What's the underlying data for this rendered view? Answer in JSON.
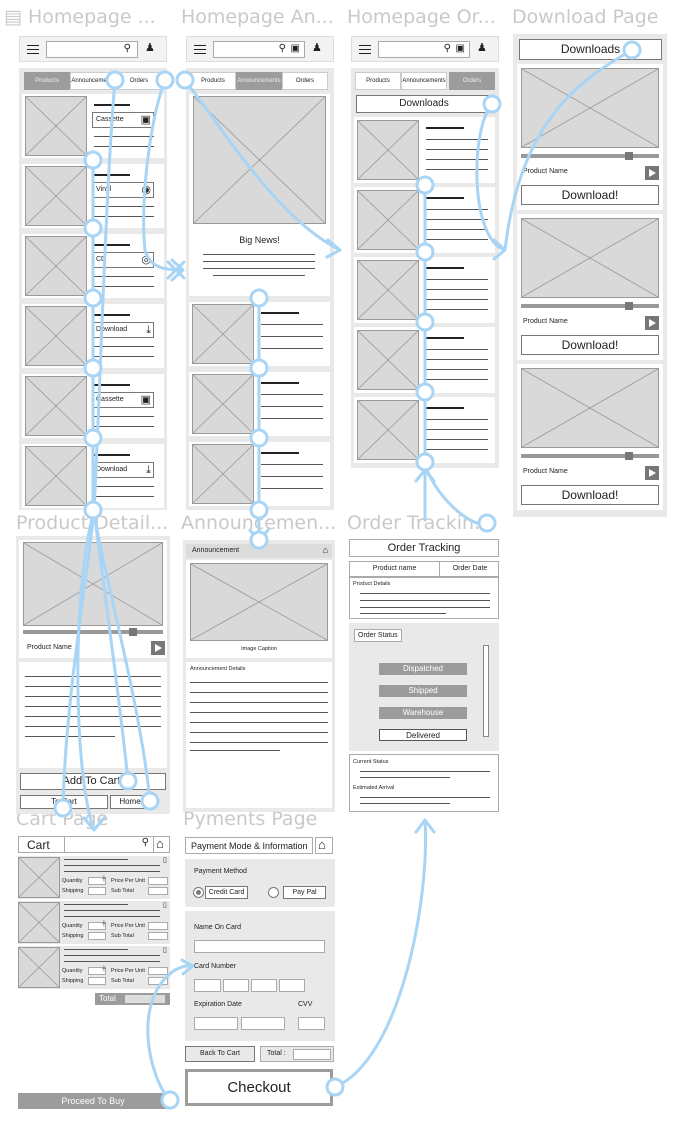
{
  "frames": {
    "home_products": "Homepage ...",
    "home_announcements": "Homepage An...",
    "home_orders": "Homepage Or...",
    "download": "Download Page",
    "product_detail": "Product Detail...",
    "announcement": "Announcemen...",
    "order_tracking": "Order Trackin...",
    "cart": "Cart Page",
    "payments": "Pyments Page"
  },
  "tabs": {
    "products": "Products",
    "announcements": "Announcements",
    "orders": "Orders"
  },
  "home_products": {
    "items": [
      {
        "label": "Cassette",
        "icon": "cassette-icon"
      },
      {
        "label": "Vinyl",
        "icon": "vinyl-icon"
      },
      {
        "label": "CD",
        "icon": "cd-icon"
      },
      {
        "label": "Download",
        "icon": "download-icon"
      },
      {
        "label": "Cassette",
        "icon": "cassette-icon"
      },
      {
        "label": "Download",
        "icon": "download-icon"
      }
    ]
  },
  "home_announcements": {
    "big_news": "Big News!"
  },
  "home_orders": {
    "downloads_button": "Downloads"
  },
  "download_page": {
    "header": "Downloads",
    "product_name": "Product Name",
    "download_button": "Download!"
  },
  "product_detail": {
    "product_name": "Product Name",
    "add_to_cart": "Add To Cart!",
    "to_cart": "To Cart",
    "home": "Home"
  },
  "announcement_page": {
    "header": "Announcement",
    "image_caption": "Image Caption",
    "details_label": "Announcement Details"
  },
  "order_tracking": {
    "header": "Order Tracking",
    "col_product": "Product name",
    "col_date": "Order Date",
    "product_details": "Product Details",
    "order_status": "Order Status",
    "statuses": [
      {
        "label": "Dispatched",
        "active": false
      },
      {
        "label": "Shipped",
        "active": false
      },
      {
        "label": "Warehouse",
        "active": false
      },
      {
        "label": "Delivered",
        "active": true
      }
    ],
    "current_status": "Current Status",
    "estimated_arrival": "Estimated Arrival"
  },
  "cart_page": {
    "header": "Cart",
    "quantity": "Quantity",
    "shipping": "Shipping",
    "price_per_unit": "Price Per Unit",
    "sub_total": "Sub Total",
    "total": "Total",
    "proceed": "Proceed To Buy"
  },
  "payments_page": {
    "header": "Payment Mode & Information",
    "payment_method": "Payment Method",
    "credit_card": "Credit Card",
    "paypal": "Pay Pal",
    "name_on_card": "Name On Card",
    "card_number": "Card Number",
    "expiration_date": "Expiration Date",
    "cvv": "CVV",
    "back_to_cart": "Back To Cart",
    "total": "Total :",
    "checkout": "Checkout"
  },
  "colors": {
    "flow": "#a8d4f5",
    "panel": "#e9e9e9",
    "placeholder": "#d9d9d9",
    "active": "#9c9c9c"
  }
}
